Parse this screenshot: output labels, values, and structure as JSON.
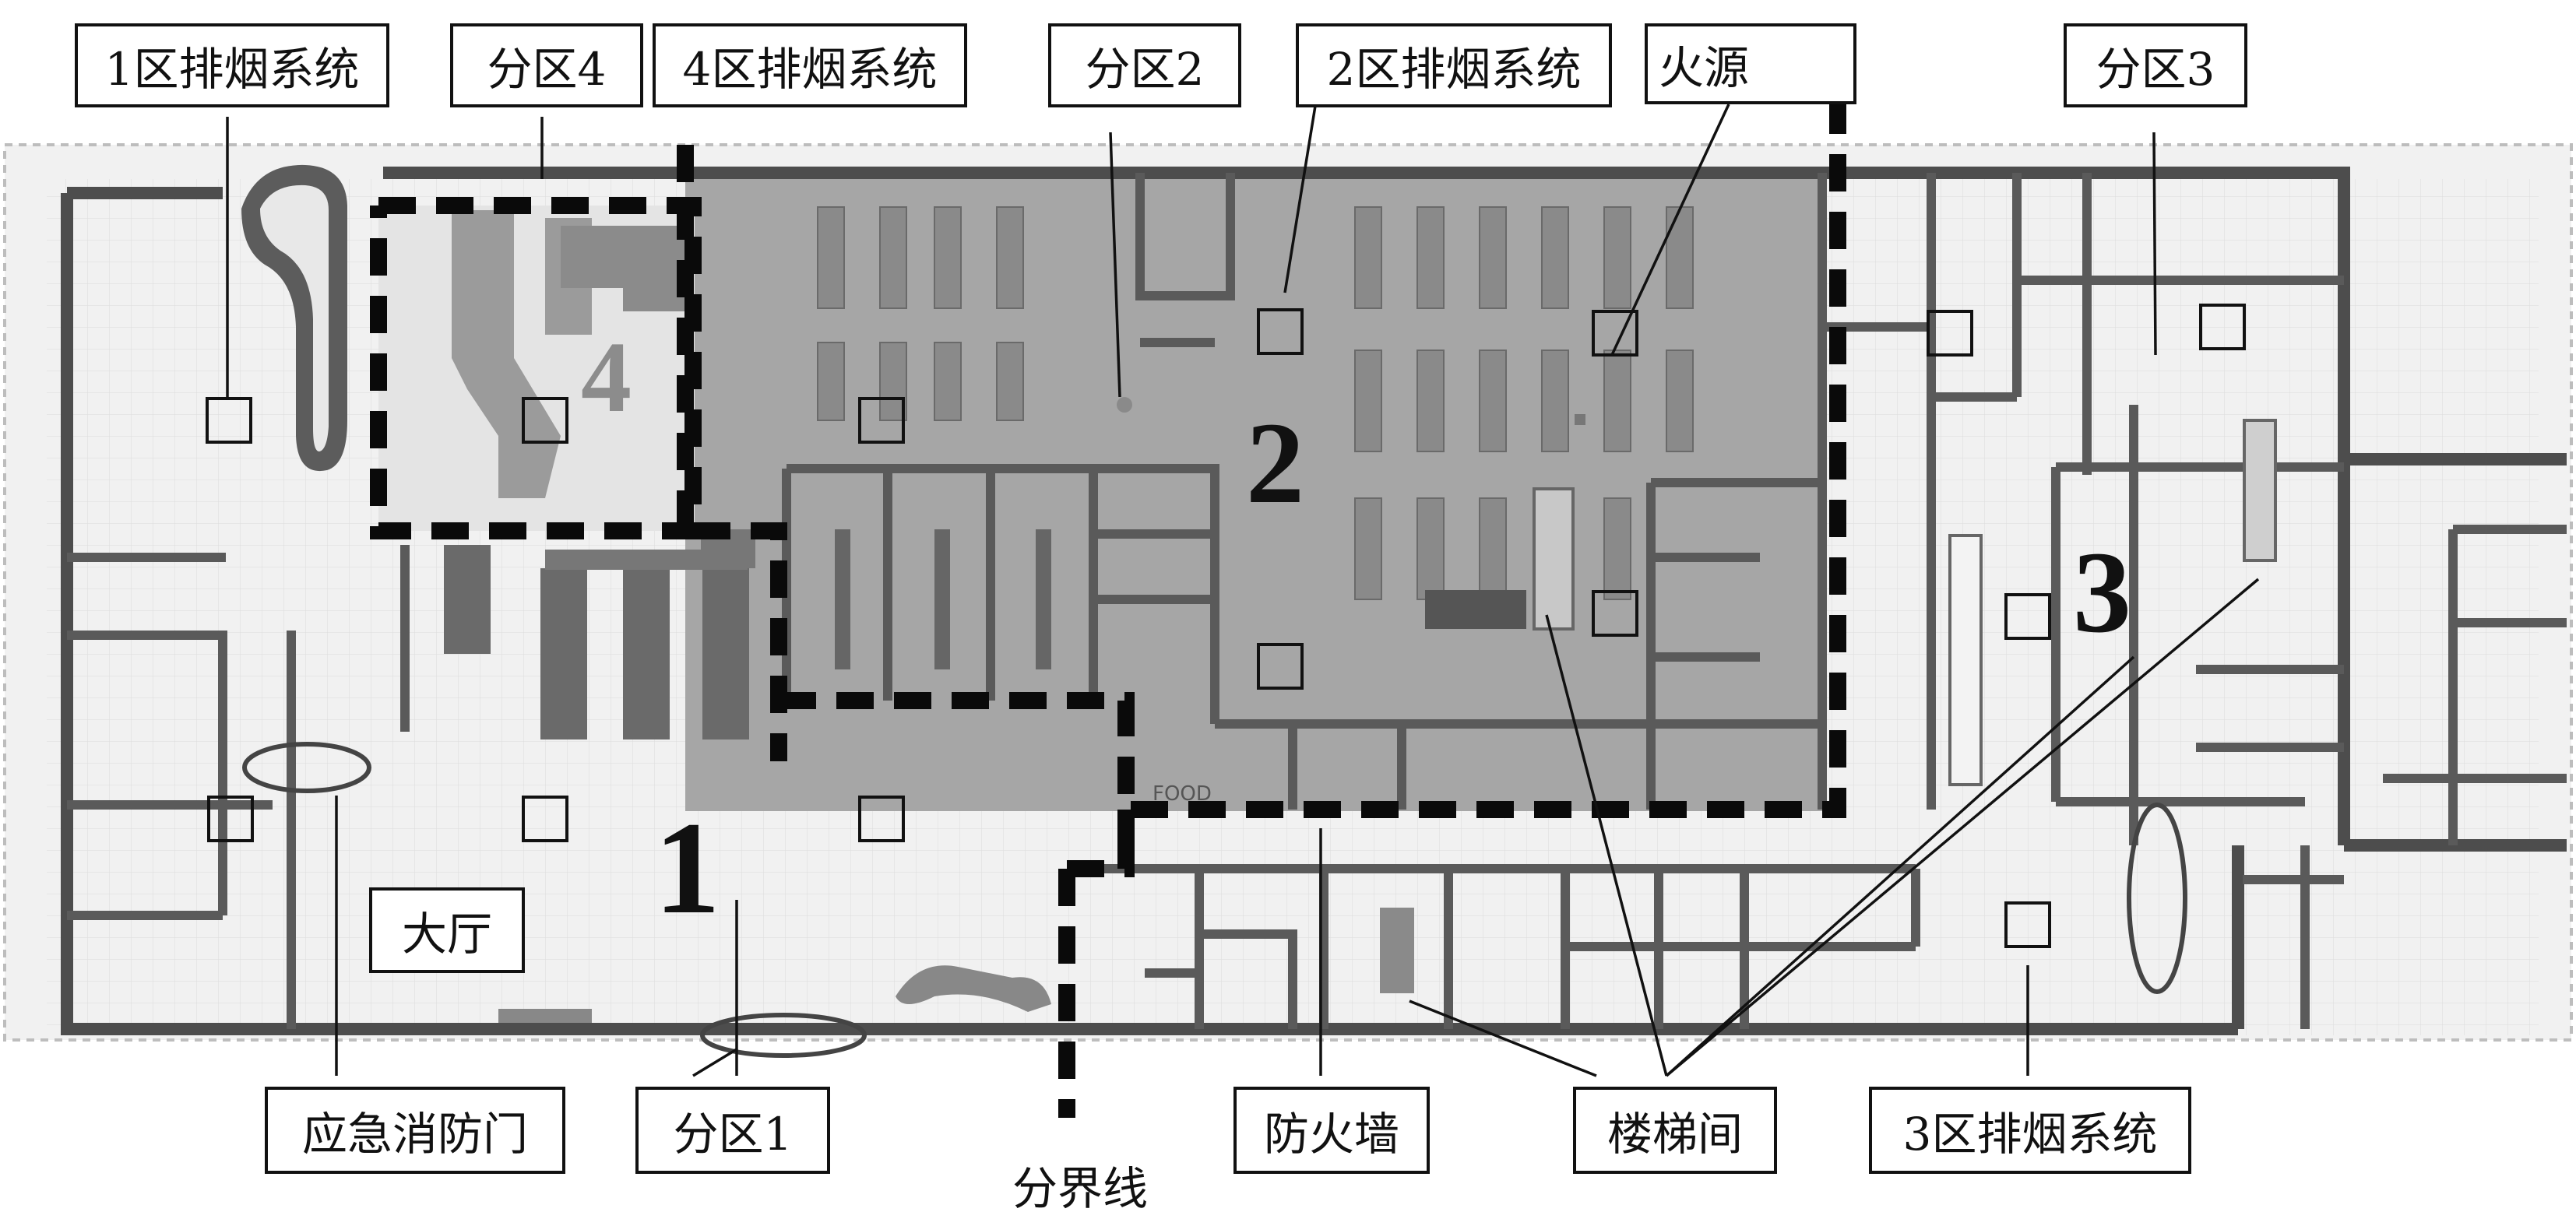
{
  "labels": {
    "zone1_smoke": "1区排烟系统",
    "zone4": "分区4",
    "zone4_smoke": "4区排烟系统",
    "zone2": "分区2",
    "zone2_smoke": "2区排烟系统",
    "fire_source": "火源",
    "zone3": "分区3",
    "lobby": "大厅",
    "emergency_door": "应急消防门",
    "zone1": "分区1",
    "boundary": "分界线",
    "firewall": "防火墙",
    "stairwell": "楼梯间",
    "zone3_smoke": "3区排烟系统",
    "floor_marking": "FOOD"
  },
  "zone_numbers": {
    "z1": "1",
    "z2": "2",
    "z3": "3",
    "z4": "4"
  },
  "colors": {
    "zone2_fill": "#a9a9a9",
    "zone4_fill": "#e6e6e6",
    "floor_fill": "#eeeeee",
    "wall": "#4a4a4a",
    "boundary": "#0a0a0a"
  },
  "icons": {
    "fire": "flame-icon"
  }
}
